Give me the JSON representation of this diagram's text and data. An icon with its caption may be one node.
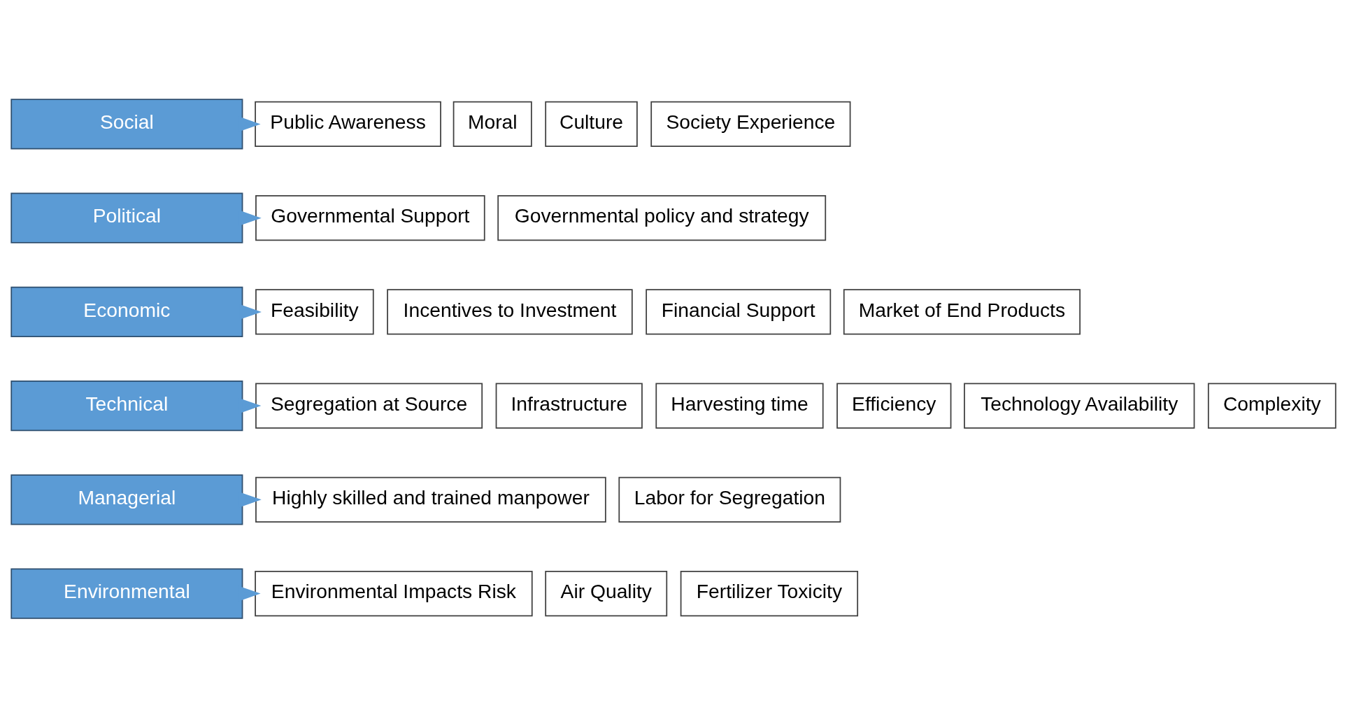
{
  "diagram": {
    "nodes": [
      {
        "text": [
          "Social"
        ]
      },
      {
        "text": [
          "Public Awareness"
        ]
      },
      {
        "text": [
          "Moral"
        ]
      },
      {
        "text": [
          "Culture"
        ]
      },
      {
        "text": [
          "Society Experience"
        ]
      },
      {
        "text": [
          "Political"
        ]
      },
      {
        "text": [
          "Governmental Support"
        ]
      },
      {
        "text": [
          "Governmental policy and strategy"
        ]
      },
      {
        "text": [
          "Economic"
        ]
      },
      {
        "text": [
          "Feasibility"
        ]
      },
      {
        "text": [
          "Incentives to Investment"
        ]
      },
      {
        "text": [
          "Financial Support"
        ]
      },
      {
        "text": [
          "Market of End Products"
        ]
      },
      {
        "text": [
          "Technical"
        ]
      },
      {
        "text": [
          "Segregation at Source"
        ]
      },
      {
        "text": [
          "Infrastructure"
        ]
      },
      {
        "text": [
          "Harvesting time"
        ]
      },
      {
        "text": [
          "Efficiency"
        ]
      },
      {
        "text": [
          "Technology Availability"
        ]
      },
      {
        "text": [
          "Complexity"
        ]
      },
      {
        "text": [
          "Managerial"
        ]
      },
      {
        "text": [
          "Highly skilled and trained manpower"
        ]
      },
      {
        "text": [
          "Labor for Segregation"
        ]
      },
      {
        "text": [
          "Environmental"
        ]
      },
      {
        "text": [
          "Environmental Impacts Risk"
        ]
      },
      {
        "text": [
          "Air Quality"
        ]
      },
      {
        "text": [
          "Fertilizer Toxicity"
        ]
      }
    ],
    "edges": [
      {
        "from": 0,
        "to": 1,
        "arrow": "to"
      },
      {
        "from": 5,
        "to": 6,
        "arrow": "to"
      },
      {
        "from": 8,
        "to": 9,
        "arrow": "to"
      },
      {
        "from": 13,
        "to": 14,
        "arrow": "to"
      },
      {
        "from": 20,
        "to": 21,
        "arrow": "to"
      },
      {
        "from": 23,
        "to": 24,
        "arrow": "to"
      }
    ]
  }
}
